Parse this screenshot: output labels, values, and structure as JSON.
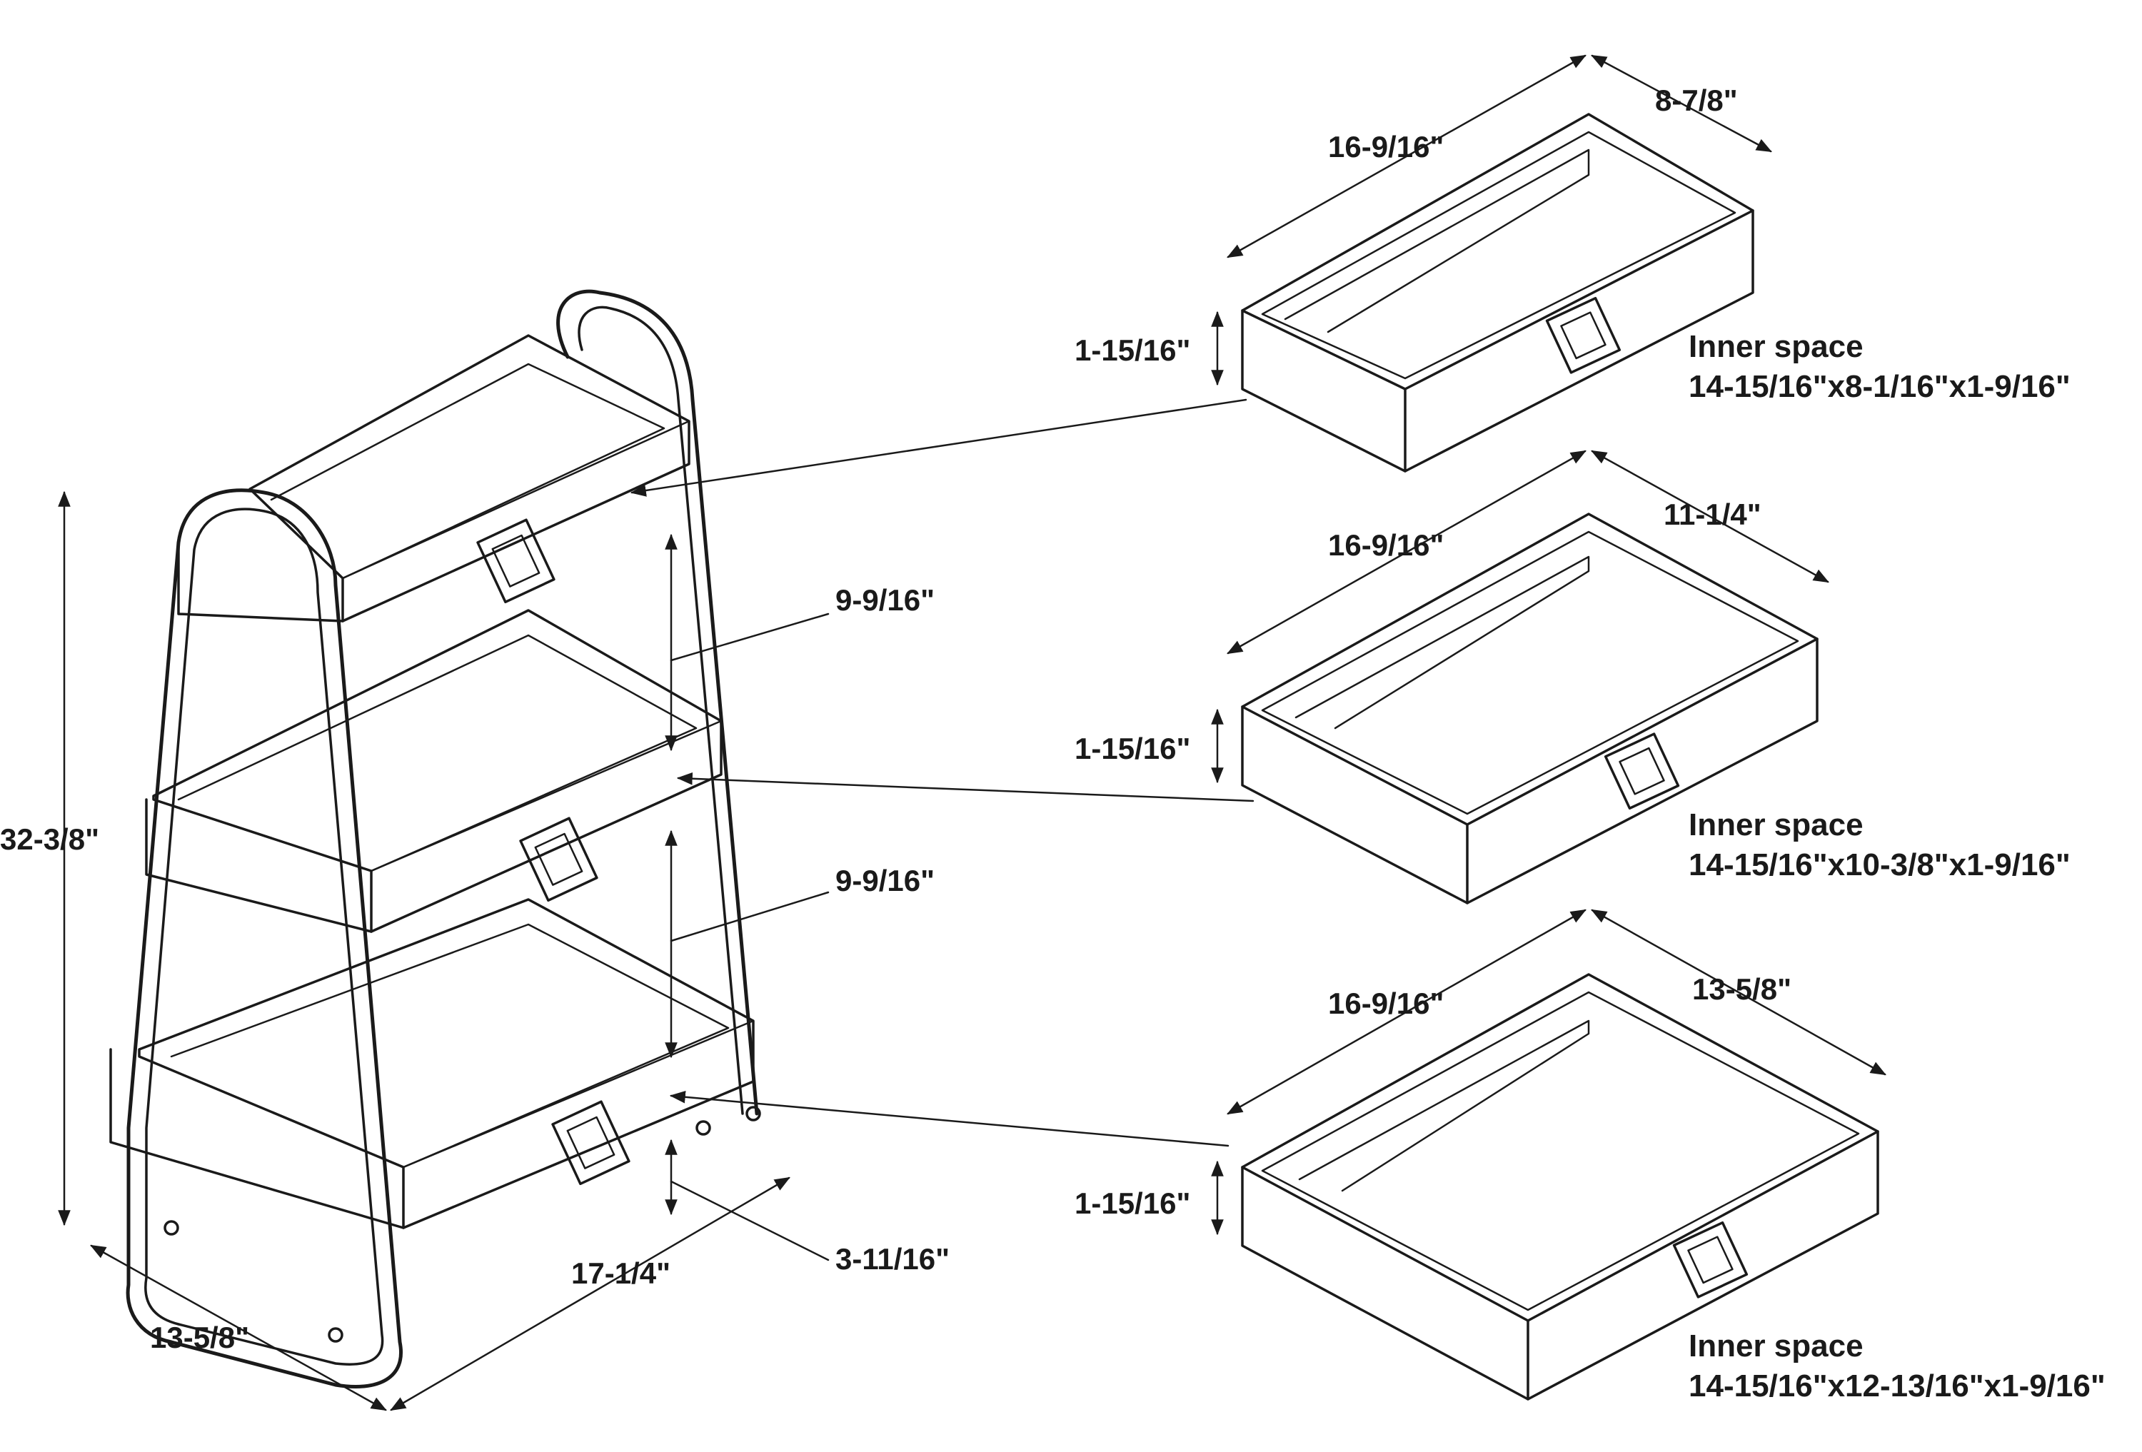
{
  "shelf_unit": {
    "height": "32-3/8\"",
    "depth": "13-5/8\"",
    "width": "17-1/4\"",
    "clearance_upper": "9-9/16\"",
    "clearance_lower": "9-9/16\"",
    "leg_height": "3-11/16\""
  },
  "trays": [
    {
      "length": "16-9/16\"",
      "width": "8-7/8\"",
      "height": "1-15/16\"",
      "inner_label": "Inner space",
      "inner_dims": "14-15/16\"x8-1/16\"x1-9/16\""
    },
    {
      "length": "16-9/16\"",
      "width": "11-1/4\"",
      "height": "1-15/16\"",
      "inner_label": "Inner space",
      "inner_dims": "14-15/16\"x10-3/8\"x1-9/16\""
    },
    {
      "length": "16-9/16\"",
      "width": "13-5/8\"",
      "height": "1-15/16\"",
      "inner_label": "Inner space",
      "inner_dims": "14-15/16\"x12-13/16\"x1-9/16\""
    }
  ]
}
